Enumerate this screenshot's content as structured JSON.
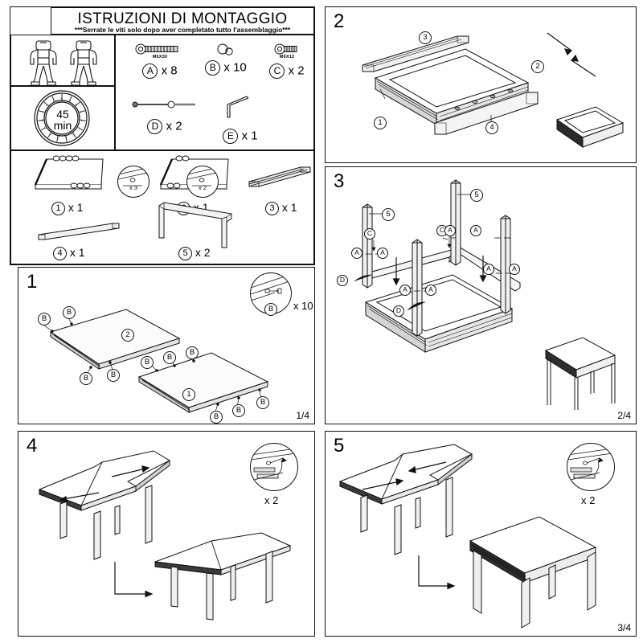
{
  "header": {
    "title": "ISTRUZIONI DI MONTAGGIO",
    "subtitle": "***Serrate le viti solo dopo aver completato tutto l'assemblaggio***",
    "people_icon": "two-person-icon",
    "time_value": "45",
    "time_unit": "min"
  },
  "hardware": [
    {
      "id": "A",
      "icon": "bolt-icon",
      "code": "M6X30",
      "label": "x 8",
      "count": 8
    },
    {
      "id": "B",
      "icon": "cam-lock-icon",
      "code": "",
      "label": "x 10",
      "count": 10
    },
    {
      "id": "C",
      "icon": "short-bolt-icon",
      "code": "M6X12",
      "label": "x 2",
      "count": 2
    },
    {
      "id": "D",
      "icon": "dowel-rod-icon",
      "code": "",
      "label": "x 2",
      "count": 2
    },
    {
      "id": "E",
      "icon": "allen-key-icon",
      "code": "",
      "label": "x 1",
      "count": 1
    }
  ],
  "parts": [
    {
      "id": "1",
      "icon": "table-panel-icon",
      "label": "x 1",
      "detail": "x 3"
    },
    {
      "id": "2",
      "icon": "table-panel-icon",
      "label": "x 1",
      "detail": "x 2"
    },
    {
      "id": "3",
      "icon": "slide-rail-icon",
      "label": "x 1",
      "detail": ""
    },
    {
      "id": "4",
      "icon": "cross-rail-icon",
      "label": "x 1",
      "detail": ""
    },
    {
      "id": "5",
      "icon": "leg-frame-icon",
      "label": "x 2",
      "detail": ""
    }
  ],
  "steps": [
    {
      "number": "1",
      "page": "1/4",
      "detail_label": "x 10",
      "detail_fastener": "B",
      "part_callouts": [
        "2",
        "1"
      ],
      "fastener_callouts": [
        "B",
        "B",
        "B",
        "B",
        "B",
        "B",
        "B",
        "B",
        "B",
        "B"
      ]
    },
    {
      "number": "2",
      "page": "",
      "detail_label": "",
      "part_callouts": [
        "3",
        "2",
        "1",
        "4"
      ],
      "fastener_callouts": []
    },
    {
      "number": "3",
      "page": "2/4",
      "detail_label": "",
      "part_callouts": [
        "5",
        "5"
      ],
      "fastener_callouts": [
        "C",
        "A",
        "A",
        "D",
        "C",
        "A",
        "A",
        "A",
        "A",
        "A",
        "A",
        "D"
      ]
    },
    {
      "number": "4",
      "page": "",
      "detail_label": "x 2",
      "part_callouts": [],
      "fastener_callouts": []
    },
    {
      "number": "5",
      "page": "3/4",
      "detail_label": "x 2",
      "part_callouts": [],
      "fastener_callouts": []
    }
  ],
  "colors": {
    "line": "#111111",
    "paper": "#ffffff",
    "shade_light": "#f2f2f2",
    "shade_mid": "#d8d8d8",
    "shade_dark": "#3a3a3a"
  }
}
